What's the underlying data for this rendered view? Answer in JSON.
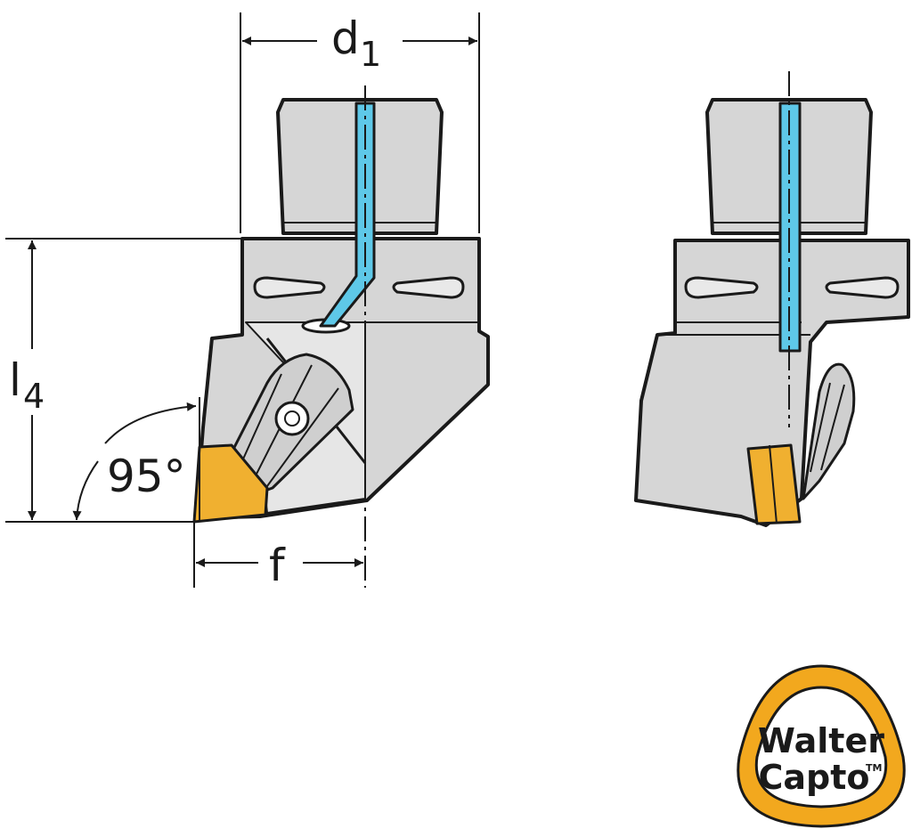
{
  "dimensions": {
    "d1": {
      "main": "d",
      "sub": "1"
    },
    "l4": {
      "main": "l",
      "sub": "4"
    },
    "f": {
      "main": "f"
    },
    "angle": "95°"
  },
  "logo": {
    "line1": "Walter",
    "line2": "Capto",
    "trademark": "TM"
  },
  "colors": {
    "body": "#d6d6d6",
    "outline": "#1a1a1a",
    "coolant": "#5ec8e8",
    "insert": "#f0b030",
    "logo_ring": "#f2a81e"
  }
}
